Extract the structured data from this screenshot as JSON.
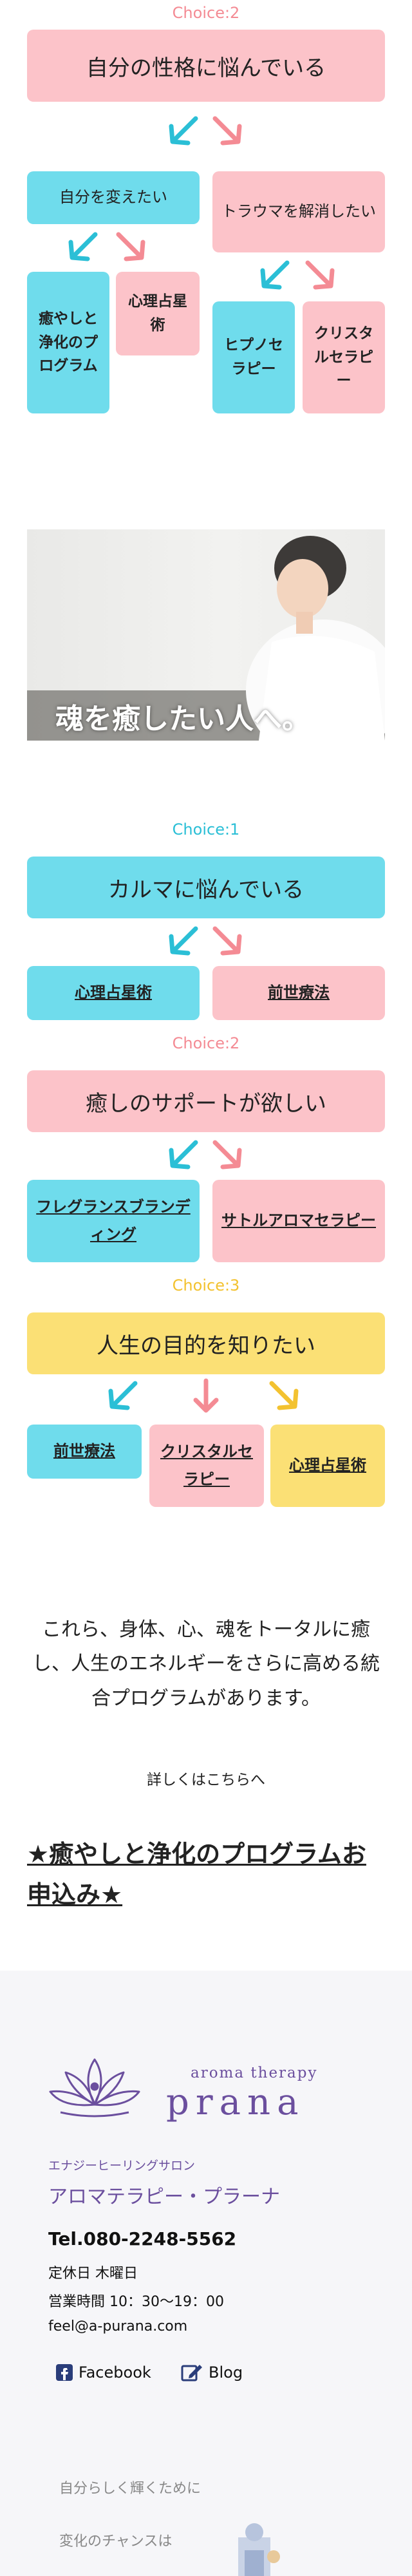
{
  "top": {
    "choice": "Choice:2",
    "main": "自分の性格に悩んでいる",
    "left": "自分を変えたい",
    "right": "トラウマを解消したい",
    "leaves": [
      "癒やしと浄化のプログラム",
      "心理占星術",
      "ヒプノセラピー",
      "クリスタルセラピー"
    ]
  },
  "banner": {
    "caption": "魂を癒したい人へ。"
  },
  "soul": {
    "c1": {
      "choice": "Choice:1",
      "main": "カルマに悩んでいる",
      "links": [
        "心理占星術",
        "前世療法"
      ]
    },
    "c2": {
      "choice": "Choice:2",
      "main": "癒しのサポートが欲しい",
      "links": [
        "フレグランスブランディング",
        "サトルアロマセラピー"
      ]
    },
    "c3": {
      "choice": "Choice:3",
      "main": "人生の目的を知りたい",
      "links": [
        "前世療法",
        "クリスタルセラピー",
        "心理占星術"
      ]
    }
  },
  "summary": {
    "text": "これら、身体、心、魂をトータルに癒し、人生のエネルギーをさらに高める統合プログラムがあります。",
    "details": "詳しくはこちらへ",
    "apply": "★癒やしと浄化のプログラムお申込み★"
  },
  "footer": {
    "logo_tag": "aroma therapy",
    "logo_name": "prana",
    "salon": "エナジーヒーリングサロン",
    "name": "アロマテラピー・プラーナ",
    "tel": "Tel.080-2248-5562",
    "holiday": "定休日 木曜日",
    "hours": "営業時間 10：30〜19：00",
    "email": "feel@a-purana.com",
    "facebook": "Facebook",
    "blog": "Blog",
    "tagline1": "自分らしく輝くために",
    "tagline2": "変化のチャンスは"
  },
  "colors": {
    "pink": "#fcc3c9",
    "cyan": "#6fdcec",
    "yellow": "#fbe075",
    "choice_pink": "#f48b94",
    "choice_cyan": "#2bbfd6",
    "choice_yellow": "#f3c230",
    "logo_purple": "#6b4f9e"
  }
}
